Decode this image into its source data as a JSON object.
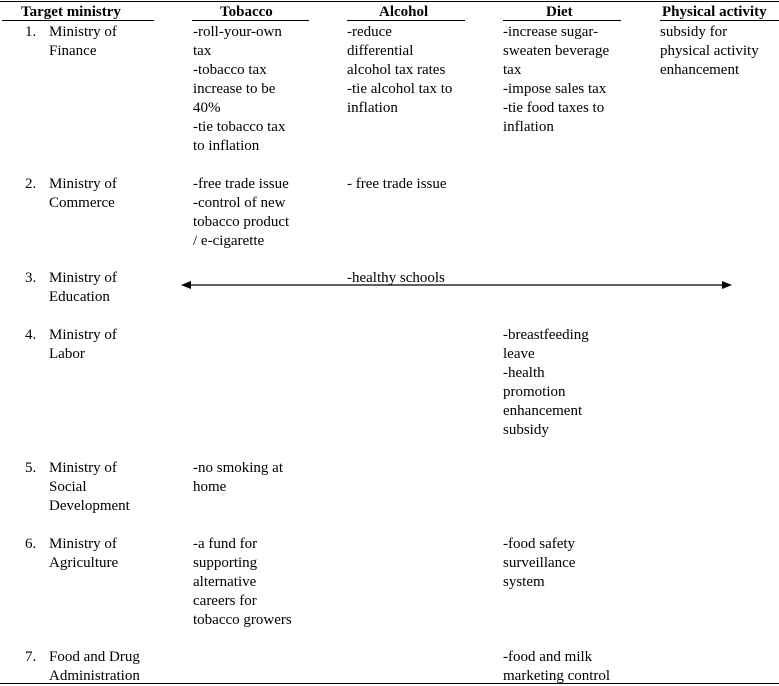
{
  "table": {
    "headers": {
      "ministry": "Target ministry",
      "tobacco": "Tobacco",
      "alcohol": "Alcohol",
      "diet": "Diet",
      "physical": "Physical activity"
    },
    "rows": [
      {
        "num": "1.",
        "ministry": "Ministry of\nFinance",
        "tobacco": "-roll-your-own\ntax\n-tobacco tax\nincrease to be\n40%\n-tie tobacco tax\nto inflation",
        "alcohol": "-reduce\ndifferential\nalcohol tax rates\n-tie alcohol tax to\ninflation",
        "diet": "-increase sugar-\nsweaten beverage\ntax\n-impose sales tax\n-tie food taxes to\ninflation",
        "physical": " subsidy for\nphysical activity\nenhancement"
      },
      {
        "num": "2.",
        "ministry": "Ministry of\nCommerce",
        "tobacco": "-free trade issue\n-control of new\ntobacco product\n/ e-cigarette",
        "alcohol": "- free trade issue",
        "diet": "",
        "physical": ""
      },
      {
        "num": "3.",
        "ministry": "Ministry of\nEducation",
        "span_text": "-healthy schools"
      },
      {
        "num": "4.",
        "ministry": "Ministry of\nLabor",
        "tobacco": "",
        "alcohol": "",
        "diet": "-breastfeeding\nleave\n-health\npromotion\nenhancement\nsubsidy",
        "physical": ""
      },
      {
        "num": "5.",
        "ministry": "Ministry of\nSocial\nDevelopment",
        "tobacco": "-no smoking at\nhome",
        "alcohol": "",
        "diet": "",
        "physical": ""
      },
      {
        "num": "6.",
        "ministry": "Ministry of\nAgriculture",
        "tobacco": "-a fund for\nsupporting\nalternative\ncareers for\ntobacco growers",
        "alcohol": "",
        "diet": "-food safety\nsurveillance\nsystem",
        "physical": ""
      },
      {
        "num": "7.",
        "ministry": "Food and Drug\nAdministration",
        "tobacco": "",
        "alcohol": "",
        "diet": "-food and milk\nmarketing control",
        "physical": ""
      }
    ]
  }
}
